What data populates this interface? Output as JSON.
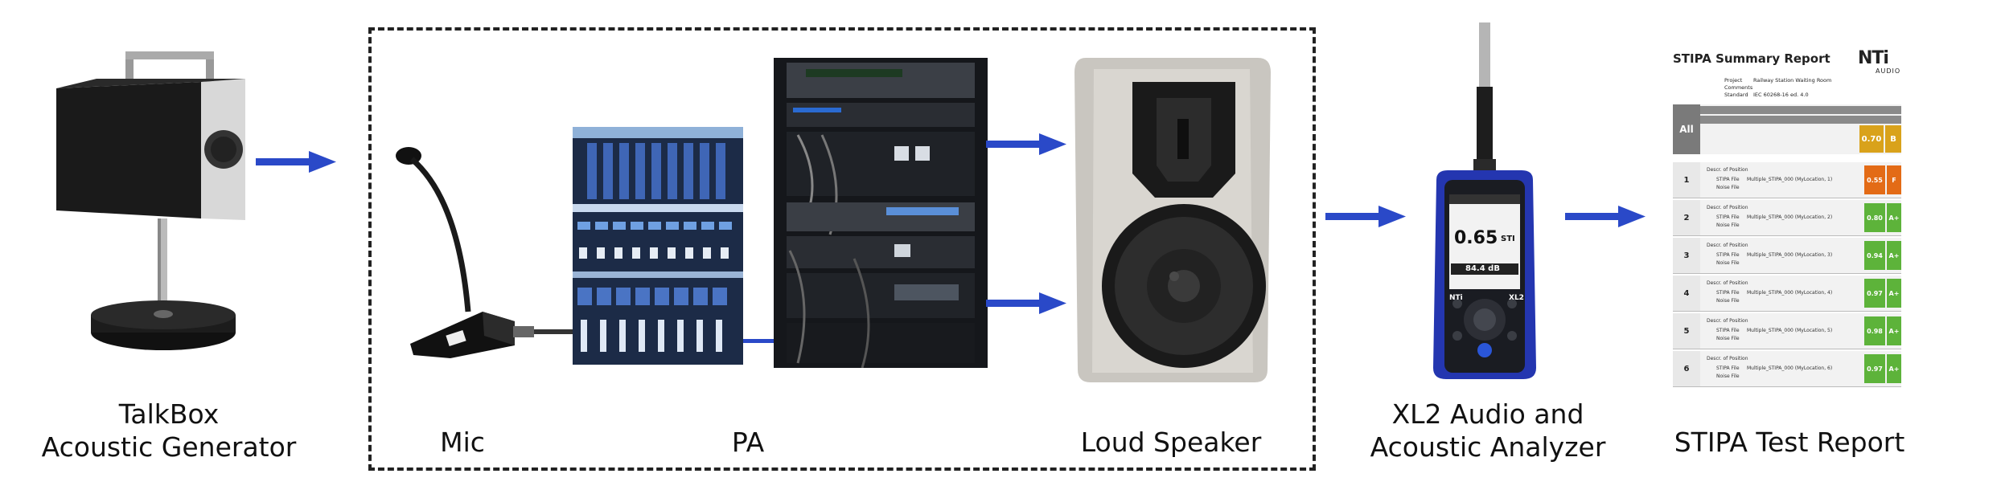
{
  "labels": {
    "talkbox_line1": "TalkBox",
    "talkbox_line2": "Acoustic Generator",
    "mic": "Mic",
    "pa": "PA",
    "speaker": "Loud Speaker",
    "xl2_line1": "XL2 Audio and",
    "xl2_line2": "Acoustic Analyzer",
    "report": "STIPA Test Report"
  },
  "colors": {
    "arrow": "#2a49c8",
    "analyzer_blue": "#2436b0"
  },
  "xl2_screen": {
    "value": "0.65",
    "unit": "STI",
    "level": "84.4 dB",
    "brand": "NTi",
    "model": "XL2"
  },
  "report": {
    "title": "STIPA Summary Report",
    "logo": "NTi",
    "logo_sub": "AUDIO",
    "project_label": "Project",
    "project_value": "Railway Station Waiting Room",
    "comments_label": "Comments",
    "standard_label": "Standard",
    "standard_value": "IEC 60268-16 ed. 4.0",
    "all_label": "All",
    "all_score": "0.70",
    "all_grade": "B",
    "all_color": "#d9a21b",
    "rows": [
      {
        "num": "1",
        "desc": "Descr. of Position",
        "file_label": "STIPA File",
        "file": "Multiple_STIPA_000 (MyLocation, 1)",
        "noise": "Noise File",
        "score": "0.55",
        "grade": "F",
        "color": "#e36b16"
      },
      {
        "num": "2",
        "desc": "Descr. of Position",
        "file_label": "STIPA File",
        "file": "Multiple_STIPA_000 (MyLocation, 2)",
        "noise": "Noise File",
        "score": "0.80",
        "grade": "A+",
        "color": "#5db33a"
      },
      {
        "num": "3",
        "desc": "Descr. of Position",
        "file_label": "STIPA File",
        "file": "Multiple_STIPA_000 (MyLocation, 3)",
        "noise": "Noise File",
        "score": "0.94",
        "grade": "A+",
        "color": "#5db33a"
      },
      {
        "num": "4",
        "desc": "Descr. of Position",
        "file_label": "STIPA File",
        "file": "Multiple_STIPA_000 (MyLocation, 4)",
        "noise": "Noise File",
        "score": "0.97",
        "grade": "A+",
        "color": "#5db33a"
      },
      {
        "num": "5",
        "desc": "Descr. of Position",
        "file_label": "STIPA File",
        "file": "Multiple_STIPA_000 (MyLocation, 5)",
        "noise": "Noise File",
        "score": "0.98",
        "grade": "A+",
        "color": "#5db33a"
      },
      {
        "num": "6",
        "desc": "Descr. of Position",
        "file_label": "STIPA File",
        "file": "Multiple_STIPA_000 (MyLocation, 6)",
        "noise": "Noise File",
        "score": "0.97",
        "grade": "A+",
        "color": "#5db33a"
      }
    ]
  }
}
